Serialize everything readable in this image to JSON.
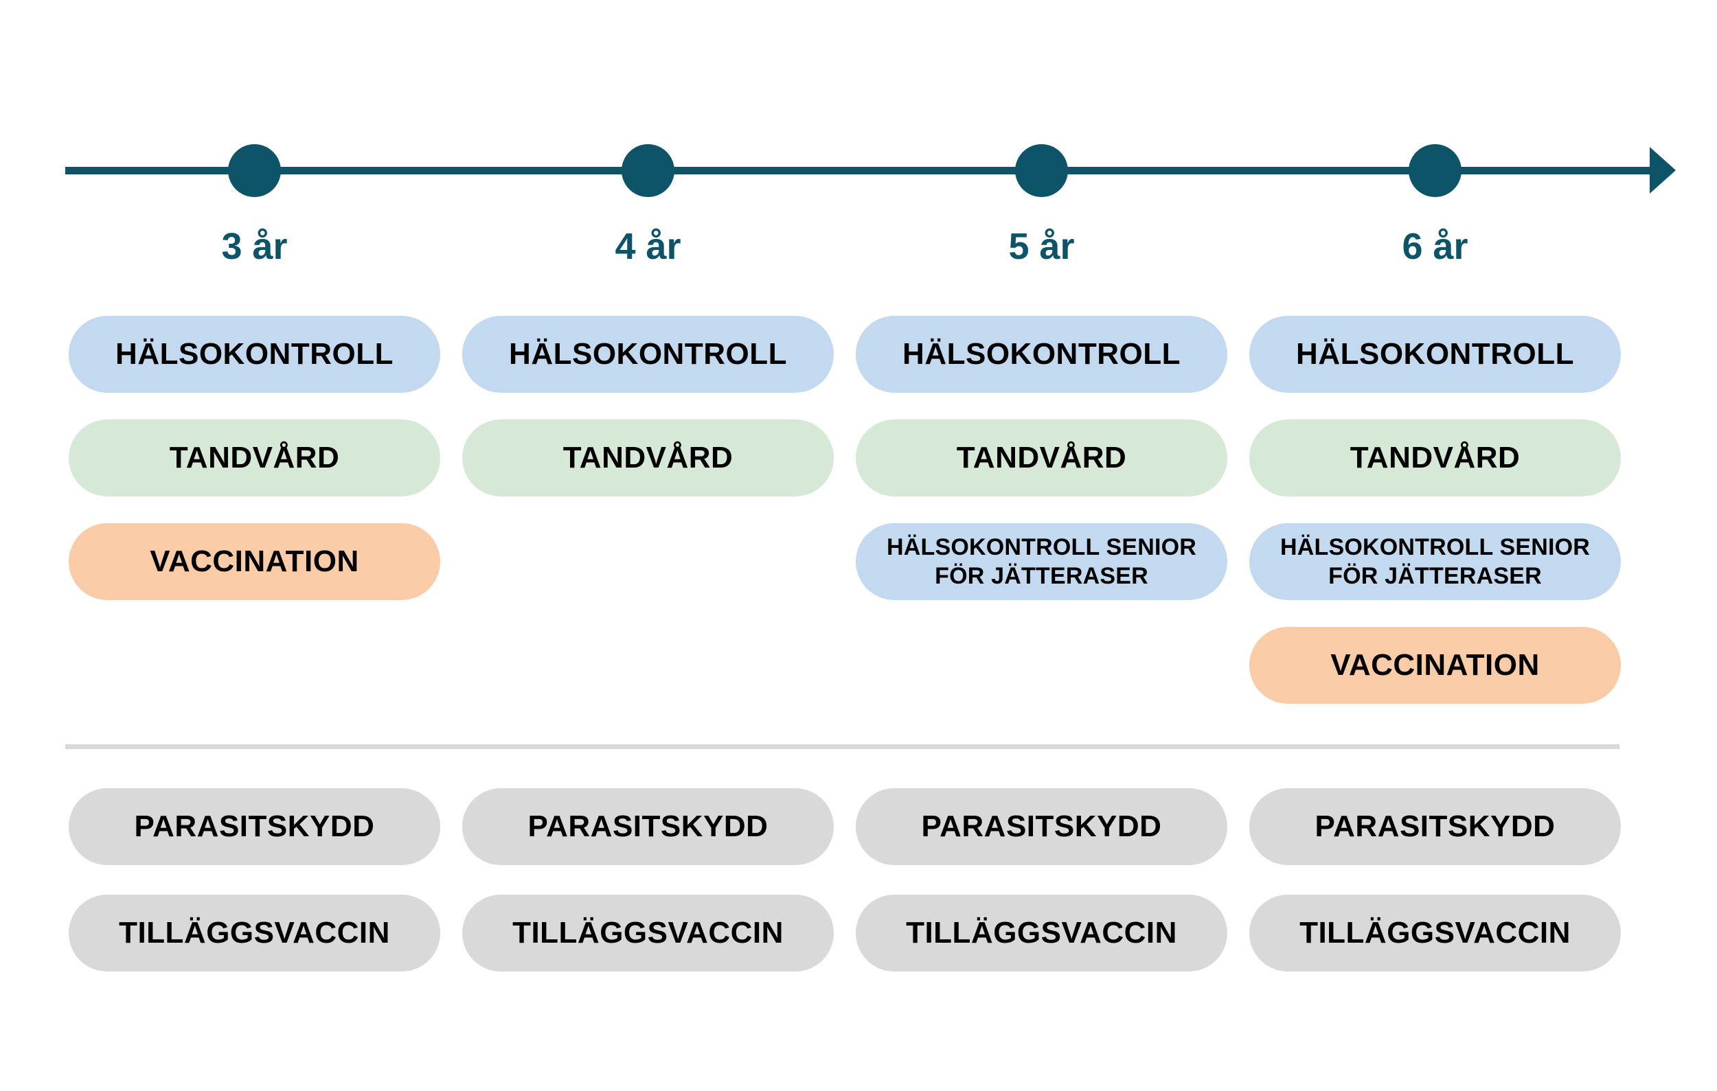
{
  "colors": {
    "teal": "#0e5469",
    "blue": "#c3d9ef",
    "green": "#d6e8d6",
    "orange": "#f9cba6",
    "gray": "#d9d9d9",
    "divider": "#d9d9d9",
    "pill_text": "#000000"
  },
  "layout_rows": {
    "top_row_spacing": 151,
    "bottom_row_spacing": 155
  },
  "columns": [
    {
      "age_label": "3 år",
      "pills": [
        {
          "row": 0,
          "label": "HÄLSOKONTROLL",
          "color": "blue",
          "size": "normal"
        },
        {
          "row": 1,
          "label": "TANDVÅRD",
          "color": "green",
          "size": "normal"
        },
        {
          "row": 2,
          "label": "VACCINATION",
          "color": "orange",
          "size": "normal"
        }
      ],
      "bottom_pills": [
        {
          "row": 0,
          "label": "PARASITSKYDD",
          "color": "gray",
          "size": "normal"
        },
        {
          "row": 1,
          "label": "TILLÄGGSVACCIN",
          "color": "gray",
          "size": "normal"
        }
      ]
    },
    {
      "age_label": "4 år",
      "pills": [
        {
          "row": 0,
          "label": "HÄLSOKONTROLL",
          "color": "blue",
          "size": "normal"
        },
        {
          "row": 1,
          "label": "TANDVÅRD",
          "color": "green",
          "size": "normal"
        }
      ],
      "bottom_pills": [
        {
          "row": 0,
          "label": "PARASITSKYDD",
          "color": "gray",
          "size": "normal"
        },
        {
          "row": 1,
          "label": "TILLÄGGSVACCIN",
          "color": "gray",
          "size": "normal"
        }
      ]
    },
    {
      "age_label": "5 år",
      "pills": [
        {
          "row": 0,
          "label": "HÄLSOKONTROLL",
          "color": "blue",
          "size": "normal"
        },
        {
          "row": 1,
          "label": "TANDVÅRD",
          "color": "green",
          "size": "normal"
        },
        {
          "row": 2,
          "label": "HÄLSOKONTROLL SENIOR\nFÖR JÄTTERASER",
          "color": "blue",
          "size": "small"
        }
      ],
      "bottom_pills": [
        {
          "row": 0,
          "label": "PARASITSKYDD",
          "color": "gray",
          "size": "normal"
        },
        {
          "row": 1,
          "label": "TILLÄGGSVACCIN",
          "color": "gray",
          "size": "normal"
        }
      ]
    },
    {
      "age_label": "6 år",
      "pills": [
        {
          "row": 0,
          "label": "HÄLSOKONTROLL",
          "color": "blue",
          "size": "normal"
        },
        {
          "row": 1,
          "label": "TANDVÅRD",
          "color": "green",
          "size": "normal"
        },
        {
          "row": 2,
          "label": "HÄLSOKONTROLL SENIOR\nFÖR JÄTTERASER",
          "color": "blue",
          "size": "small"
        },
        {
          "row": 3,
          "label": "VACCINATION",
          "color": "orange",
          "size": "normal"
        }
      ],
      "bottom_pills": [
        {
          "row": 0,
          "label": "PARASITSKYDD",
          "color": "gray",
          "size": "normal"
        },
        {
          "row": 1,
          "label": "TILLÄGGSVACCIN",
          "color": "gray",
          "size": "normal"
        }
      ]
    }
  ]
}
